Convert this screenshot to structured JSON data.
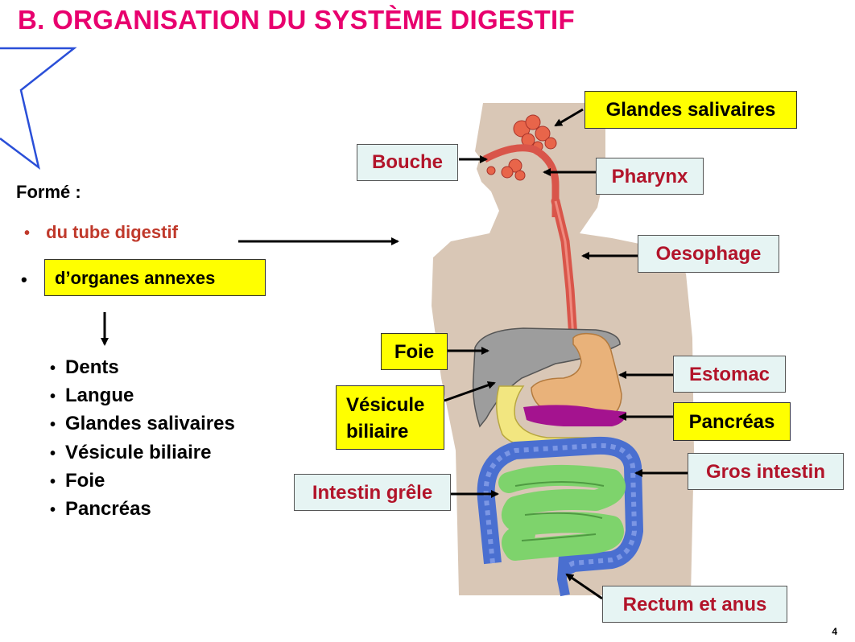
{
  "title": "B. ORGANISATION DU SYSTÈME DIGESTIF",
  "forme_label": "Formé :",
  "bullets": {
    "tube": "du tube digestif",
    "annexes": "d’organes annexes",
    "marker": "•"
  },
  "annex_organs": [
    "Dents",
    "Langue",
    "Glandes salivaires",
    "Vésicule biliaire",
    "Foie",
    "Pancréas"
  ],
  "diagram_labels": {
    "glandes_salivaires": "Glandes salivaires",
    "bouche": "Bouche",
    "pharynx": "Pharynx",
    "oesophage": "Oesophage",
    "foie": "Foie",
    "estomac": "Estomac",
    "vesicule_line1": "Vésicule",
    "vesicule_line2": "biliaire",
    "pancreas": "Pancréas",
    "gros_intestin": "Gros intestin",
    "intestin_grele": "Intestin grêle",
    "rectum_anus": "Rectum et anus"
  },
  "page_number": "4",
  "colors": {
    "title": "#e8006e",
    "tube_text": "#c0392b",
    "label_red_text": "#b2142a",
    "label_red_bg": "#e6f4f3",
    "label_yellow_bg": "#ffff00",
    "body_silhouette": "#d9c7b6",
    "liver": "#9a9a9a",
    "stomach": "#e9b27a",
    "pancreas": "#a4138f",
    "gallbladder": "#f2e680",
    "large_intestine": "#4a6fd0",
    "small_intestine": "#7ed36c",
    "oesophagus": "#d9554a",
    "salivary": "#e8654a"
  }
}
